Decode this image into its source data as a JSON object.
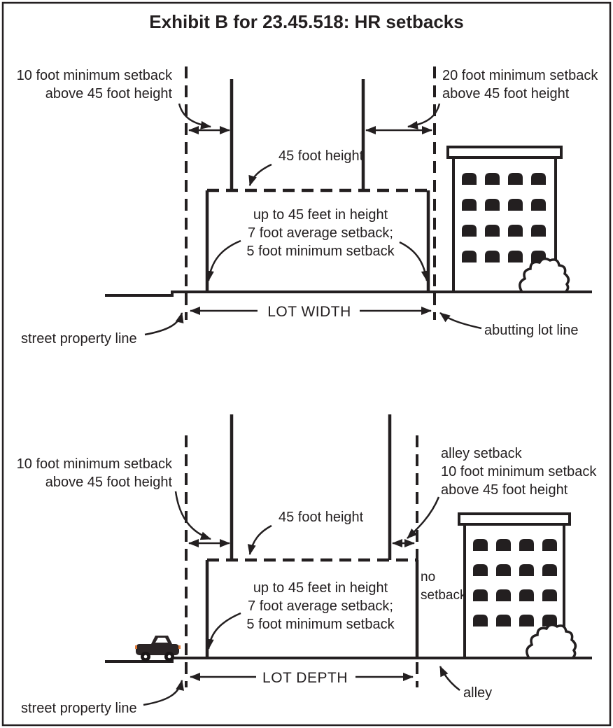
{
  "title": "Exhibit B for 23.45.518: HR setbacks",
  "top_panel": {
    "left_setback_label": [
      "10 foot minimum setback",
      "above 45 foot height"
    ],
    "right_setback_label": [
      "20 foot minimum setback",
      "above 45 foot height"
    ],
    "height_label": "45 foot height",
    "building_label": [
      "up to 45 feet in height",
      "7 foot average setback;",
      "5 foot minimum setback"
    ],
    "dimension_label": "LOT WIDTH",
    "street_property_line_label": "street property line",
    "abutting_lot_line_label": "abutting lot line"
  },
  "bottom_panel": {
    "left_setback_label": [
      "10 foot minimum setback",
      "above 45 foot height"
    ],
    "alley_setback_label": [
      "alley setback",
      "10 foot minimum setback",
      "above 45 foot height"
    ],
    "height_label": "45 foot height",
    "building_label": [
      "up to 45 feet in height",
      "7 foot average setback;",
      "5 foot minimum setback"
    ],
    "no_setback_label": [
      "no",
      "setback"
    ],
    "dimension_label": "LOT DEPTH",
    "street_property_line_label": "street property line",
    "alley_label": "alley"
  },
  "colors": {
    "ink": "#231f20",
    "paper": "#ffffff",
    "car_accent": "#e07b39"
  }
}
